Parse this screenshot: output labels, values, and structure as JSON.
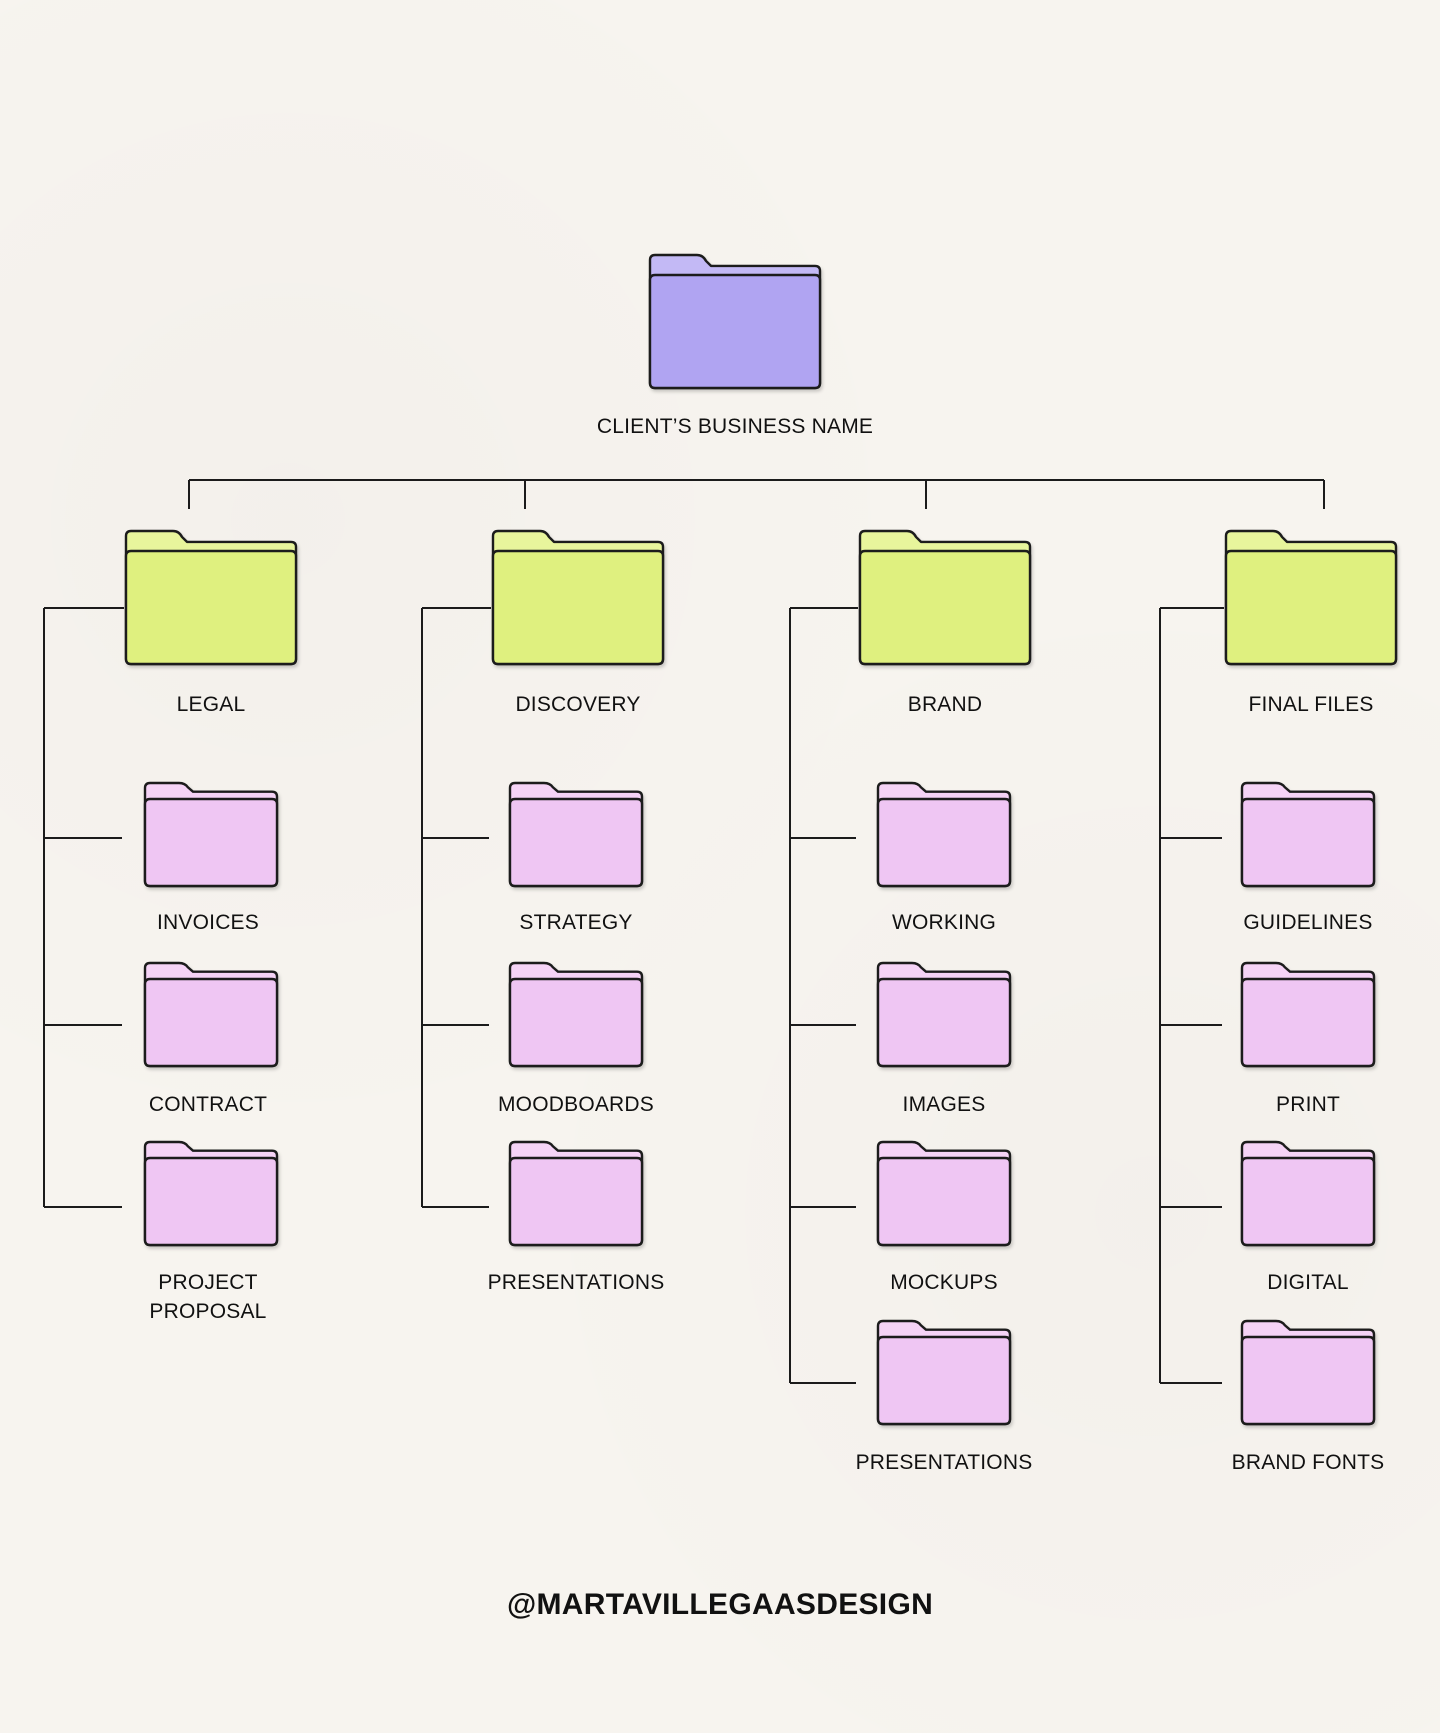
{
  "colors": {
    "root": "#b0a4f2",
    "category": "#dff07f",
    "sub": "#efc6f3",
    "tab_root": "#c3b9f5",
    "tab_category": "#e8f59c",
    "tab_sub": "#f5d3f6",
    "outline": "#1b1b1b",
    "background": "#f7f4ef"
  },
  "root": {
    "label": "CLIENT’S BUSINESS NAME",
    "icon": "folder-icon"
  },
  "categories": [
    {
      "label": "LEGAL",
      "icon": "folder-icon",
      "children": [
        "INVOICES",
        "CONTRACT",
        "PROJECT\nPROPOSAL"
      ]
    },
    {
      "label": "DISCOVERY",
      "icon": "folder-icon",
      "children": [
        "STRATEGY",
        "MOODBOARDS",
        "PRESENTATIONS"
      ]
    },
    {
      "label": "BRAND",
      "icon": "folder-icon",
      "children": [
        "WORKING",
        "IMAGES",
        "MOCKUPS",
        "PRESENTATIONS"
      ]
    },
    {
      "label": "FINAL FILES",
      "icon": "folder-icon",
      "children": [
        "GUIDELINES",
        "PRINT",
        "DIGITAL",
        "BRAND FONTS"
      ]
    }
  ],
  "credit": "@MARTAVILLEGAASDESIGN"
}
